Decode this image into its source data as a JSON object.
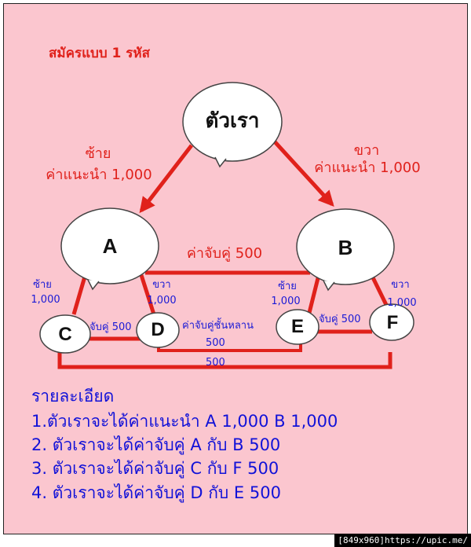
{
  "header": "สมัครแบบ 1 รหัส",
  "nodes": {
    "self": "ตัวเรา",
    "a": "A",
    "b": "B",
    "c": "C",
    "d": "D",
    "e": "E",
    "f": "F"
  },
  "edges": {
    "left_side": "ซ้าย",
    "left_fee": "ค่าแนะนำ 1,000",
    "right_side": "ขวา",
    "right_fee": "ค่าแนะนำ 1,000",
    "ab_pair": "ค่าจับคู่ 500",
    "a_left_side": "ซ้าย",
    "a_left_fee": "1,000",
    "a_right_side": "ขวา",
    "a_right_fee": "1,000",
    "b_left_side": "ซ้าย",
    "b_left_fee": "1,000",
    "b_right_side": "ขวา",
    "b_right_fee": "1,000",
    "cd_pair": "จับคู่ 500",
    "ef_pair": "จับคู่ 500",
    "level_pair": "ค่าจับคู่ชั้นหลาน",
    "de_value": "500",
    "cf_value": "500"
  },
  "details": {
    "title": "รายละเอียด",
    "lines": [
      "1.ตัวเราจะได้ค่าแนะนำ A 1,000  B 1,000",
      "2. ตัวเราจะได้ค่าจับคู่ A กับ B 500",
      "3. ตัวเราจะได้ค่าจับคู่ C กับ F 500",
      "4. ตัวเราจะได้ค่าจับคู่ D กับ E 500"
    ]
  },
  "footer": "[849x960]https://upic.me/",
  "colors": {
    "background": "#fbc6cf",
    "line": "#e0211b",
    "blue_text": "#1a1ad6",
    "detail_text": "#1212d8"
  }
}
